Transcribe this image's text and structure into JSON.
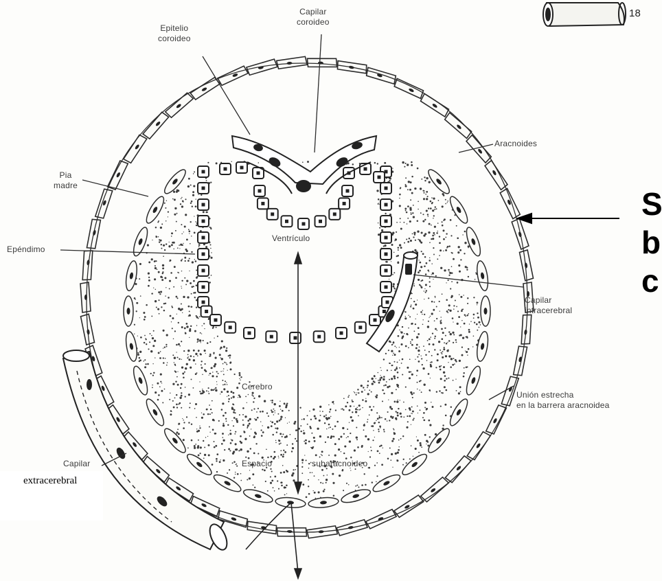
{
  "figure_number": "18",
  "labels": {
    "capilar_coroideo": "Capilar\ncoroideo",
    "epitelio_coroideo": "Epitelio\ncoroideo",
    "aracnoides": "Aracnoides",
    "pia_madre": "Pia\nmadre",
    "ependimo": "Epéndimo",
    "ventriculo": "Ventrículo",
    "capilar_intracerebral": "Capilar\nintracerebral",
    "union_estrecha": "Unión estrecha\nen la barrera aracnoidea",
    "cerebro": "Cerebro",
    "espacio": "Espacio",
    "subaracnoideo": "subaracnoideo",
    "capilar": "Capilar",
    "extracerebral": "extracerebral"
  },
  "overlay": {
    "cropped_letters": [
      "S",
      "b",
      "c"
    ]
  },
  "colors": {
    "ink": "#2b2b2b",
    "stipple": "#3d3d3d",
    "paper": "#fdfdfb"
  }
}
